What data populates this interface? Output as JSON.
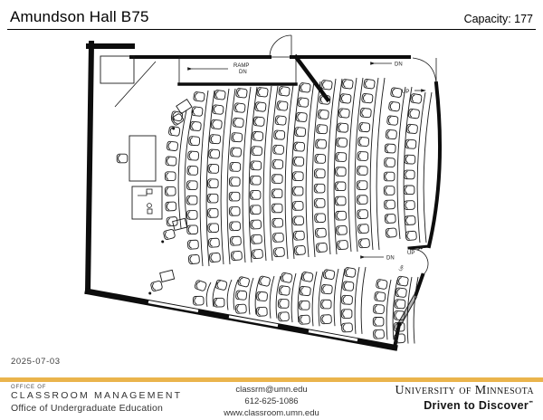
{
  "header": {
    "title": "Amundson Hall B75",
    "capacity_label": "Capacity: 177"
  },
  "plan": {
    "labels": {
      "ramp_line1": "RAMP",
      "ramp_line2": "DN",
      "top_dn": "DN",
      "top_up": "UP",
      "mid_dn": "DN",
      "mid_up": "UP",
      "stair_up": "UP"
    },
    "seating": {
      "main_block_rows": [
        8,
        12,
        12,
        12,
        12,
        12,
        12,
        12,
        12,
        12,
        11,
        10
      ],
      "front_block_rows": [
        2,
        2,
        3,
        3,
        4,
        4,
        4,
        5,
        5,
        6
      ],
      "accessible_seats": 3
    },
    "colors": {
      "wall": "#0d0d0d",
      "line": "#1a1a1a",
      "hatch": "#b5b5b5"
    }
  },
  "footer": {
    "date": "2025-07-03",
    "gold": "#eab44c",
    "office_small": "OFFICE OF",
    "office_name": "CLASSROOM MANAGEMENT",
    "office_sub": "Office of Undergraduate Education",
    "email": "classrm@umn.edu",
    "phone": "612-625-1086",
    "website": "www.classroom.umn.edu",
    "university": "University of Minnesota",
    "tagline": "Driven to Discover",
    "service_mark": "℠"
  }
}
